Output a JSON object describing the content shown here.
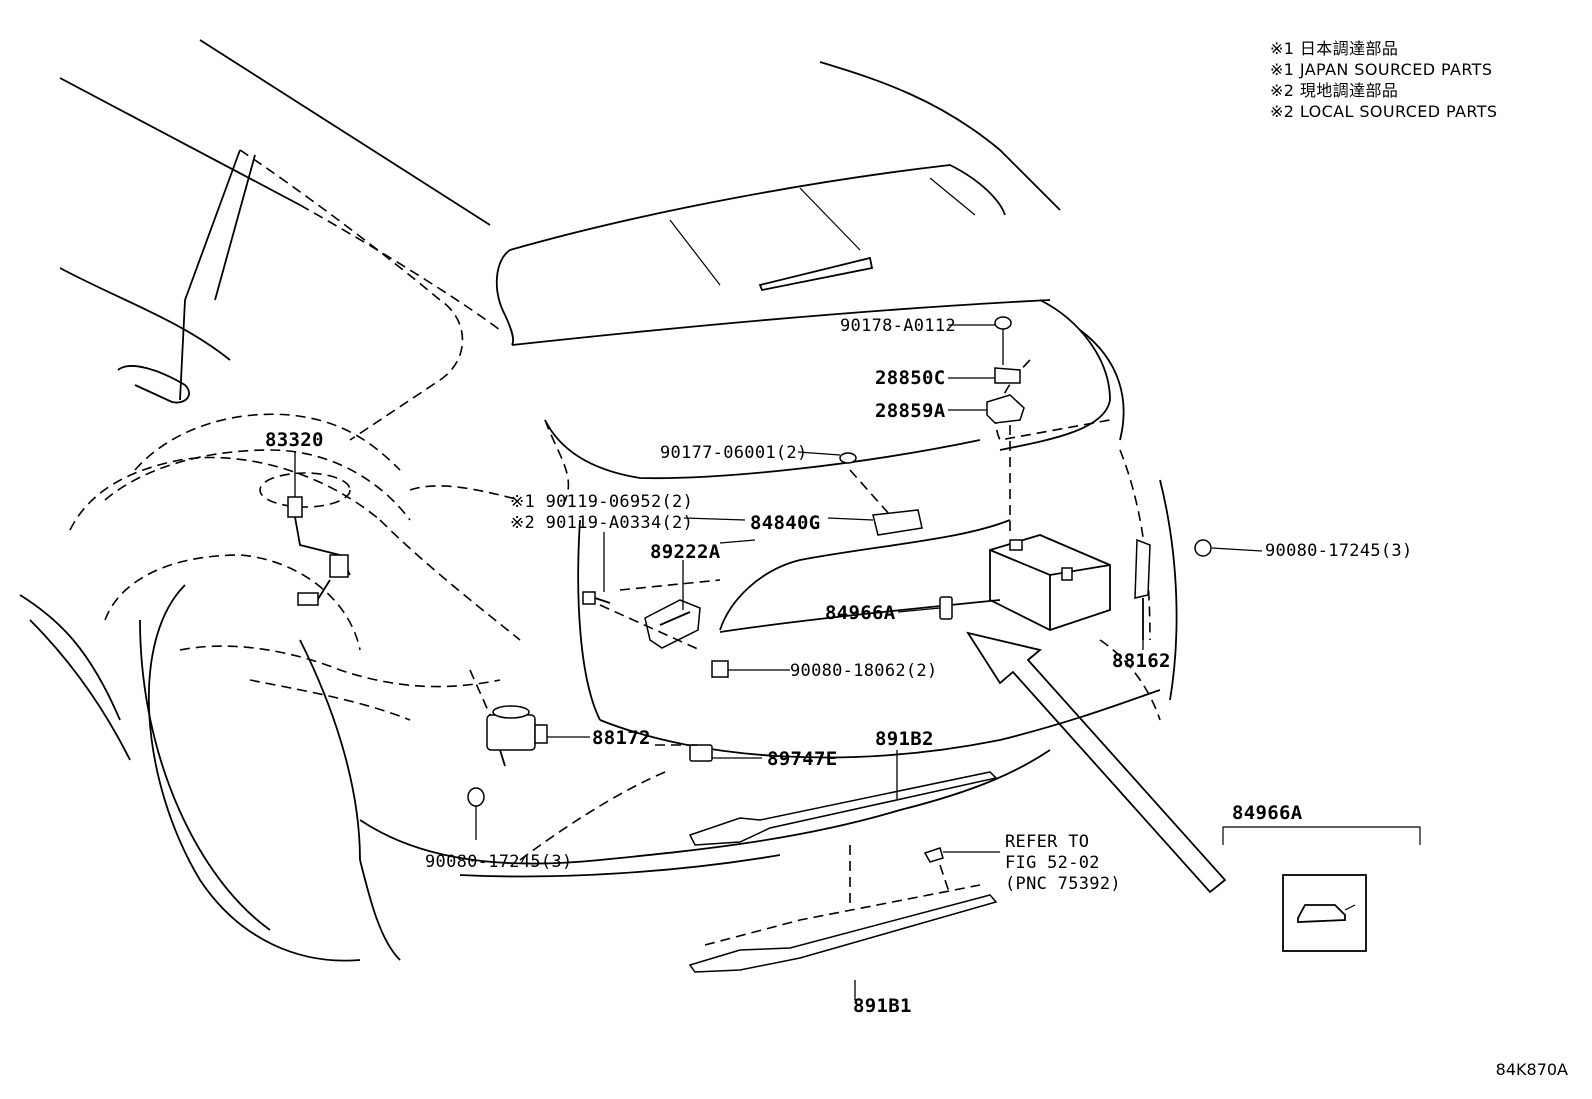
{
  "notes": [
    "※1 日本調達部品",
    "※1 JAPAN SOURCED PARTS",
    "※2 現地調達部品",
    "※2 LOCAL SOURCED PARTS"
  ],
  "figure_code": "84K870A",
  "parts": {
    "p_90178": "90178-A0112",
    "p_28850c": "28850C",
    "p_28859a": "28859A",
    "p_90177": "90177-06001(2)",
    "p_83320": "83320",
    "p_90119_1": "※1 90119-06952(2)",
    "p_90119_2": "※2 90119-A0334(2)",
    "p_84840g": "84840G",
    "p_89222a": "89222A",
    "p_90080_17245_r": "90080-17245(3)",
    "p_84966a": "84966A",
    "p_90080_18062": "90080-18062(2)",
    "p_88162": "88162",
    "p_88172": "88172",
    "p_89747e": "89747E",
    "p_891b2": "891B2",
    "p_90080_17245_l": "90080-17245(3)",
    "p_891b1": "891B1",
    "ref_1": "REFER TO",
    "ref_2": "FIG 52-02",
    "ref_3": "(PNC 75392)",
    "inset_label": "84966A"
  }
}
